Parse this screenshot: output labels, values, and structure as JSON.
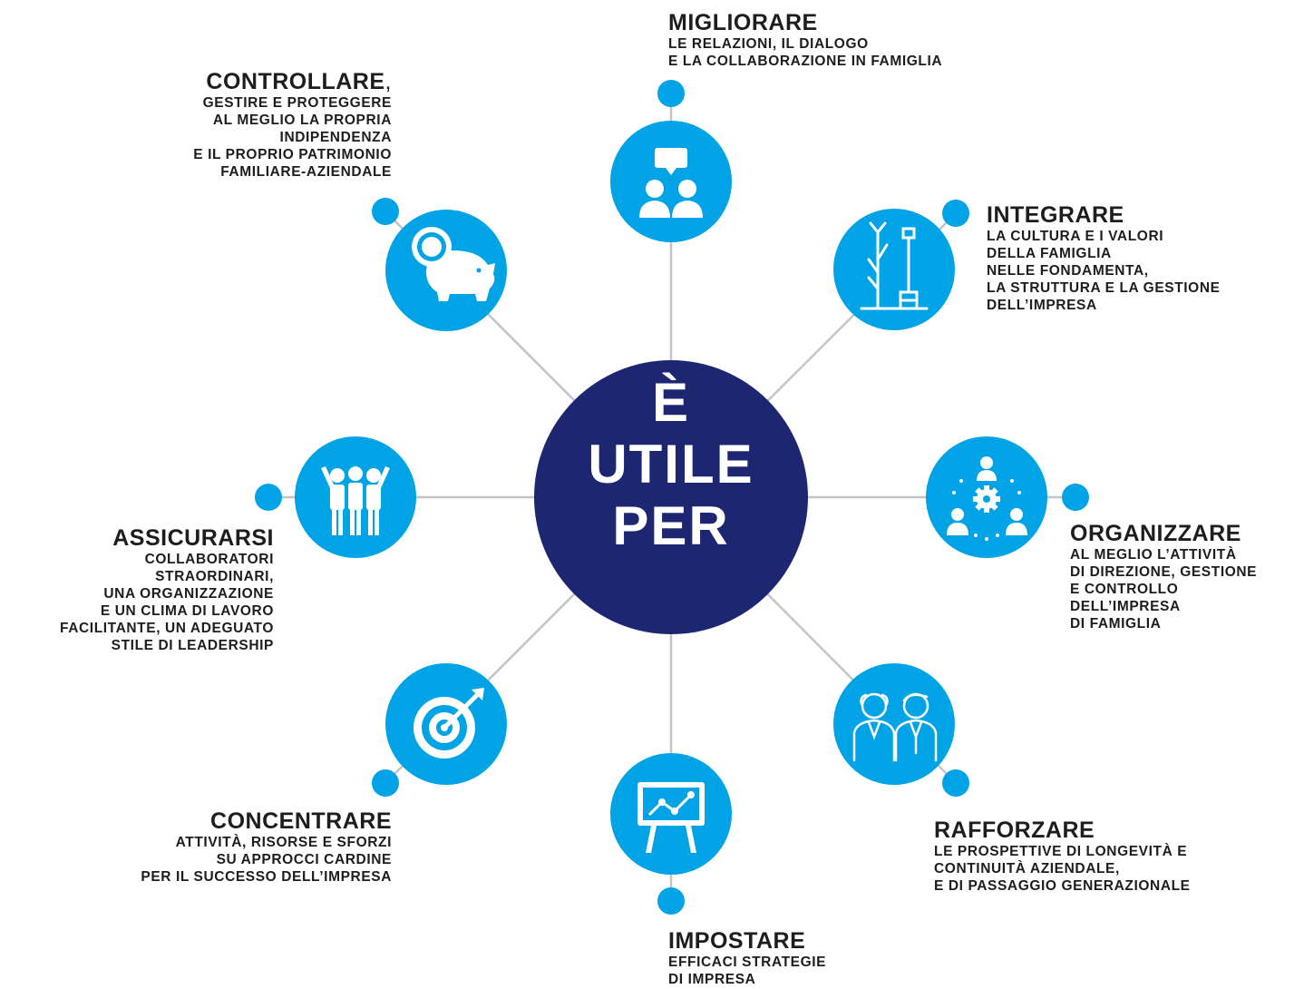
{
  "center": {
    "lines": [
      "È",
      "UTILE",
      "PER"
    ]
  },
  "colors": {
    "center": "#1c2671",
    "node": "#00a3e6",
    "connector": "#c4c4c4",
    "icon": "#ffffff",
    "text": "#1d1d1b"
  },
  "nodes": [
    {
      "title": "MIGLIORARE",
      "title_suffix": "",
      "desc": "LE RELAZIONI, IL DIALOGO\nE LA COLLABORAZIONE IN FAMIGLIA",
      "icon": "chat-people-icon"
    },
    {
      "title": "INTEGRARE",
      "title_suffix": "",
      "desc": "LA CULTURA E I VALORI\nDELLA FAMIGLIA\nNELLE FONDAMENTA,\nLA STRUTTURA E LA GESTIONE\nDELL’IMPRESA",
      "icon": "plant-shovel-icon"
    },
    {
      "title": "ORGANIZZARE",
      "title_suffix": "",
      "desc": "AL MEGLIO L’ATTIVITÀ\nDI DIREZIONE, GESTIONE\nE CONTROLLO\nDELL’IMPRESA\nDI FAMIGLIA",
      "icon": "team-gear-icon"
    },
    {
      "title": "RAFFORZARE",
      "title_suffix": "",
      "desc": "LE PROSPETTIVE DI LONGEVITÀ E\nCONTINUITÀ AZIENDALE,\nE DI PASSAGGIO GENERAZIONALE",
      "icon": "generations-icon"
    },
    {
      "title": "IMPOSTARE",
      "title_suffix": "",
      "desc": "EFFICACI STRATEGIE\nDI IMPRESA",
      "icon": "presentation-chart-icon"
    },
    {
      "title": "CONCENTRARE",
      "title_suffix": "",
      "desc": "ATTIVITÀ, RISORSE E SFORZI\nSU APPROCCI CARDINE\nPER IL SUCCESSO DELL’IMPRESA",
      "icon": "target-arrow-icon"
    },
    {
      "title": "ASSICURARSI",
      "title_suffix": "",
      "desc": "COLLABORATORI\nSTRAORDINARI,\nUNA ORGANIZZAZIONE\nE UN CLIMA DI LAVORO\nFACILITANTE, UN ADEGUATO\nSTILE DI LEADERSHIP",
      "icon": "group-people-icon"
    },
    {
      "title": "CONTROLLARE",
      "title_suffix": ",",
      "desc": "GESTIRE E PROTEGGERE\nAL MEGLIO LA PROPRIA\nINDIPENDENZA\nE IL PROPRIO PATRIMONIO\nFAMILIARE-AZIENDALE",
      "icon": "piggy-bank-icon"
    }
  ]
}
